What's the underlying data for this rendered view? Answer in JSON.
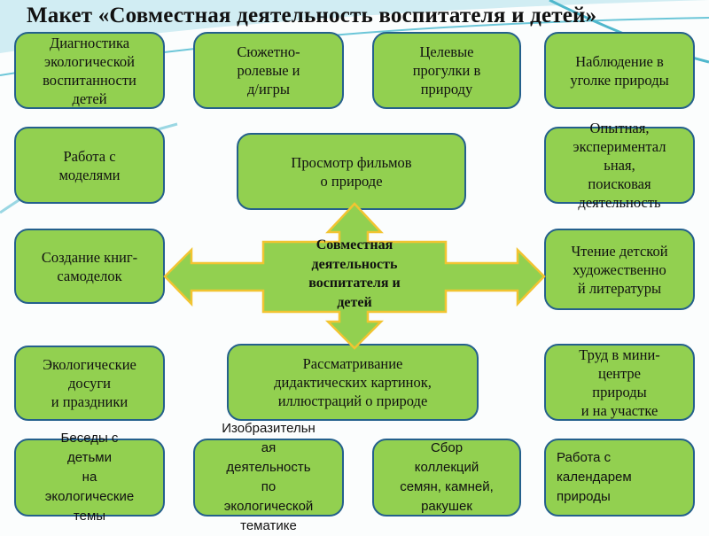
{
  "title": "Макет «Совместная деятельность воспитателя и детей»",
  "center": "Совместная\nдеятельность\nвоспитателя и\nдетей",
  "boxes": [
    "Диагностика\nэкологической\nвоспитанности\nдетей",
    "Сюжетно-\nролевые и\nд/игры",
    "Целевые\nпрогулки в\nприроду",
    "Наблюдение в\nуголке природы",
    "Работа с\nмоделями",
    "Просмотр фильмов\nо природе",
    "Опытная,\nэкспериментал\nьная,\nпоисковая\nдеятельность",
    "Создание книг-\nсамоделок",
    "Чтение детской\nхудожественно\nй литературы",
    "Экологические\nдосуги\nи праздники",
    "Рассматривание\nдидактических картинок,\nиллюстраций о природе",
    "Труд в мини-\nцентре\nприроды\nи на участке",
    "Беседы  с\nдетьми\nна\nэкологические\nтемы",
    "Изобразительн\nая\nдеятельность\nпо\nэкологической\nтематике",
    "Сбор\nколлекций\nсемян, камней,\nракушек",
    "Работа  с\nкалендарем\nприроды"
  ],
  "colors": {
    "box_fill": "#92d050",
    "box_border": "#24608c",
    "arrow_border": "#f2c431"
  }
}
